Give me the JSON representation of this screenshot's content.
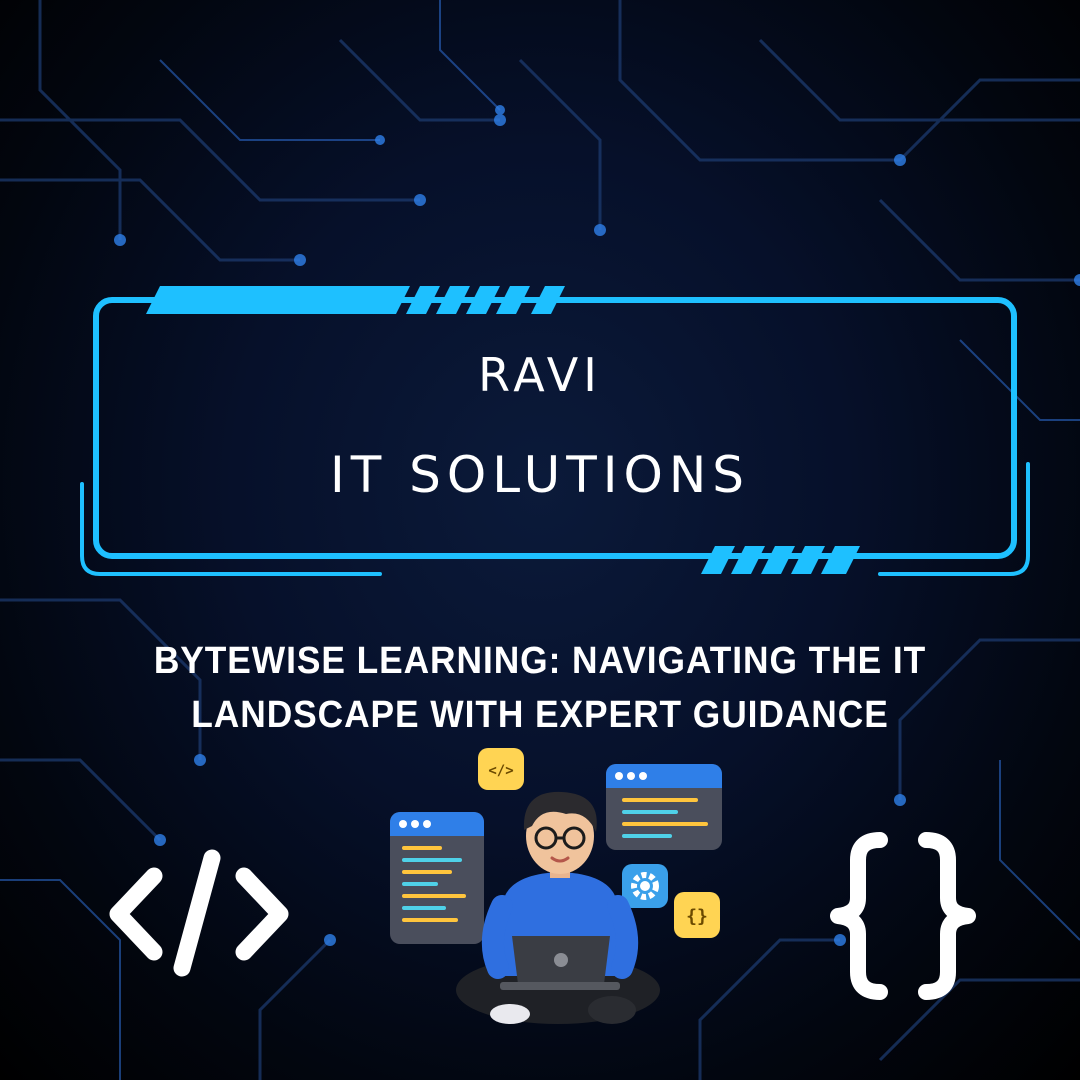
{
  "brand": {
    "name_line1": "RAVI",
    "name_line2": "IT SOLUTIONS"
  },
  "headline": {
    "line1": "BYTEWISE LEARNING: NAVIGATING THE IT",
    "line2": "LANDSCAPE WITH EXPERT GUIDANCE"
  },
  "icons": {
    "left": "code-tag-icon",
    "right": "curly-braces-icon",
    "badges": [
      "code-badge-icon",
      "gear-badge-icon",
      "braces-badge-icon"
    ]
  },
  "colors": {
    "frame": "#1ec0ff",
    "background": "#050c1f",
    "text": "#ffffff",
    "badge_yellow": "#ffd453",
    "badge_blue": "#2f7fe8"
  }
}
